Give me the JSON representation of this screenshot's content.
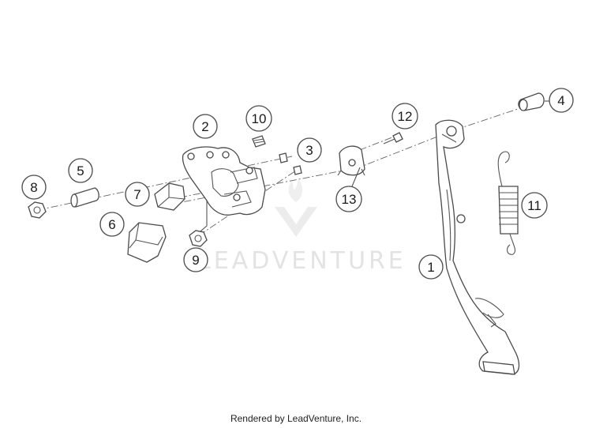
{
  "diagram": {
    "callouts": [
      "1",
      "2",
      "3",
      "4",
      "5",
      "6",
      "7",
      "8",
      "9",
      "10",
      "11",
      "12",
      "13"
    ],
    "watermark": "LEADVENTURE"
  },
  "footer": {
    "text": "Rendered by LeadVenture, Inc."
  }
}
